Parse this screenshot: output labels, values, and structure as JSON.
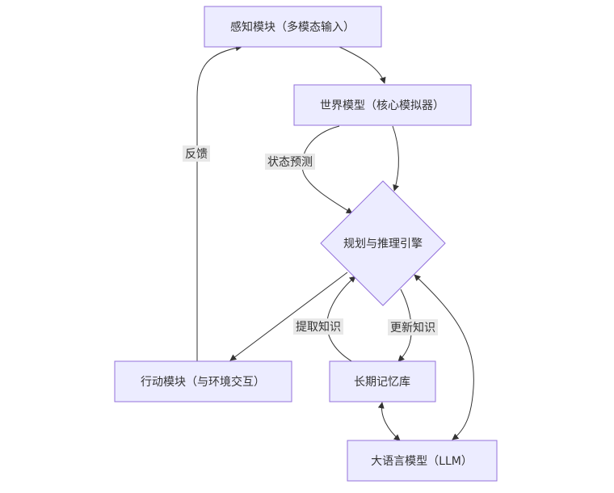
{
  "diagram": {
    "type": "flowchart",
    "colors": {
      "node_fill": "#ececff",
      "node_stroke": "#9370db",
      "edge": "#333333",
      "label_bg": "#e8e8e8",
      "text": "#333333"
    },
    "nodes": {
      "perception": {
        "label": "感知模块（多模态输入）",
        "shape": "rect"
      },
      "world_model": {
        "label": "世界模型（核心模拟器）",
        "shape": "rect"
      },
      "planning": {
        "label": "规划与推理引擎",
        "shape": "diamond"
      },
      "action": {
        "label": "行动模块（与环境交互）",
        "shape": "rect"
      },
      "memory": {
        "label": "长期记忆库",
        "shape": "rect"
      },
      "llm": {
        "label": "大语言模型（LLM）",
        "shape": "rect"
      }
    },
    "edges": [
      {
        "from": "perception",
        "to": "world_model",
        "label": ""
      },
      {
        "from": "world_model",
        "to": "planning",
        "label": "状态预测"
      },
      {
        "from": "world_model",
        "to": "planning",
        "label": ""
      },
      {
        "from": "planning",
        "to": "action",
        "label": ""
      },
      {
        "from": "action",
        "to": "perception",
        "label": "反馈"
      },
      {
        "from": "memory",
        "to": "planning",
        "label": "提取知识"
      },
      {
        "from": "planning",
        "to": "memory",
        "label": "更新知识"
      },
      {
        "from": "memory",
        "to": "llm",
        "label": "",
        "bidirectional": true
      },
      {
        "from": "planning",
        "to": "llm",
        "label": "",
        "bidirectional": true
      }
    ]
  }
}
